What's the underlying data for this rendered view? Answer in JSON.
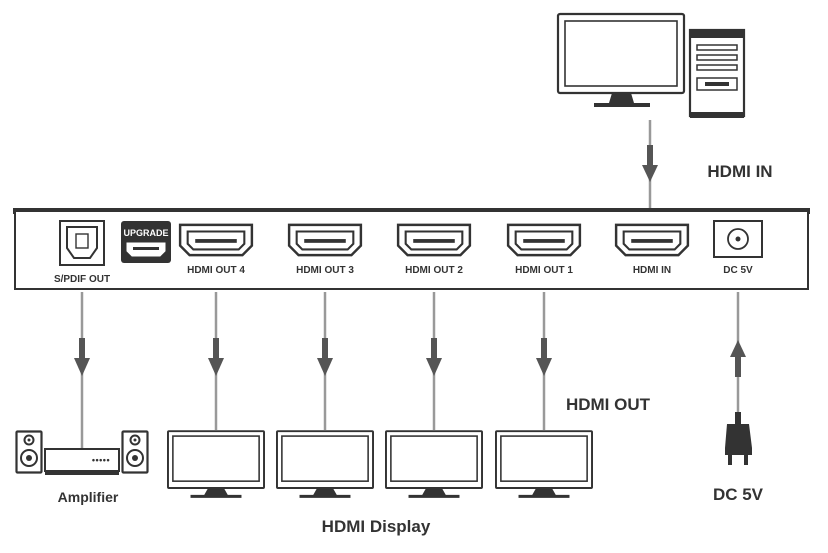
{
  "panel": {
    "ports": {
      "spdif_out": "S/PDIF OUT",
      "upgrade": "UPGRADE",
      "hdmi_out_4": "HDMI OUT 4",
      "hdmi_out_3": "HDMI OUT 3",
      "hdmi_out_2": "HDMI OUT 2",
      "hdmi_out_1": "HDMI OUT 1",
      "hdmi_in": "HDMI IN",
      "dc_5v": "DC 5V"
    }
  },
  "labels": {
    "hdmi_in": "HDMI IN",
    "hdmi_out": "HDMI OUT",
    "amplifier": "Amplifier",
    "hdmi_display": "HDMI Display",
    "dc_5v": "DC 5V"
  },
  "amplifier_display": "•••••",
  "colors": {
    "line": "#333333",
    "arrow": "#555555",
    "cable": "#999999",
    "panel_face": "#ffffff",
    "text": "#333333"
  }
}
